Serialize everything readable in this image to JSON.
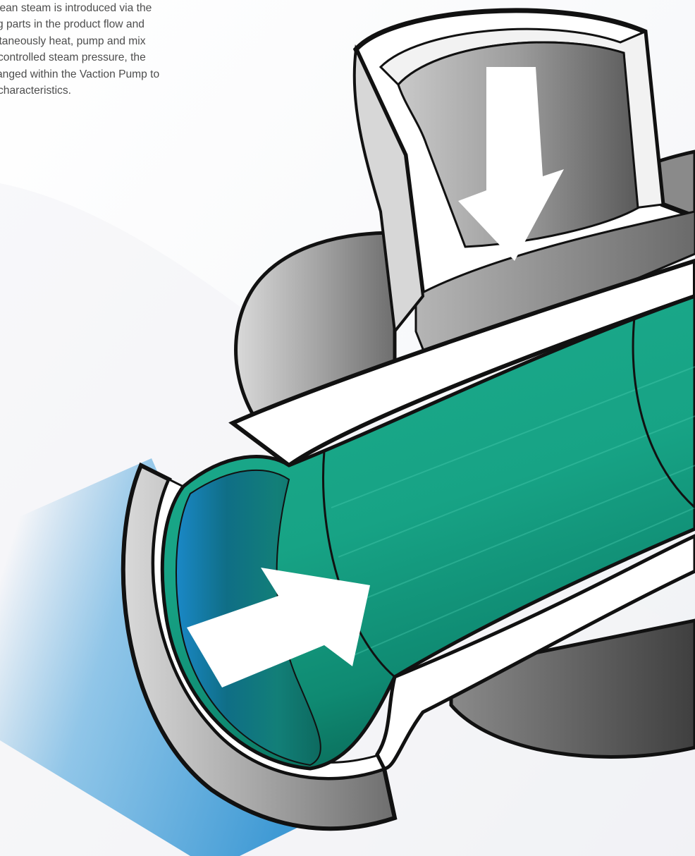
{
  "caption": {
    "lines": [
      "lean steam is introduced via the",
      "g parts in the product flow and",
      "ltaneously heat, pump and mix",
      "controlled steam pressure, the",
      "anged within the Vaction Pump to",
      "characteristics."
    ]
  },
  "illustration": {
    "subject": "vaction-pump-cutaway",
    "arrows": [
      "down-arrow-icon",
      "right-arrow-icon"
    ],
    "colors": {
      "product_flow_green": "#17a385",
      "product_flow_blue": "#2a8fd0",
      "shell_gray": "#9a9a9a",
      "outline": "#111111"
    }
  }
}
